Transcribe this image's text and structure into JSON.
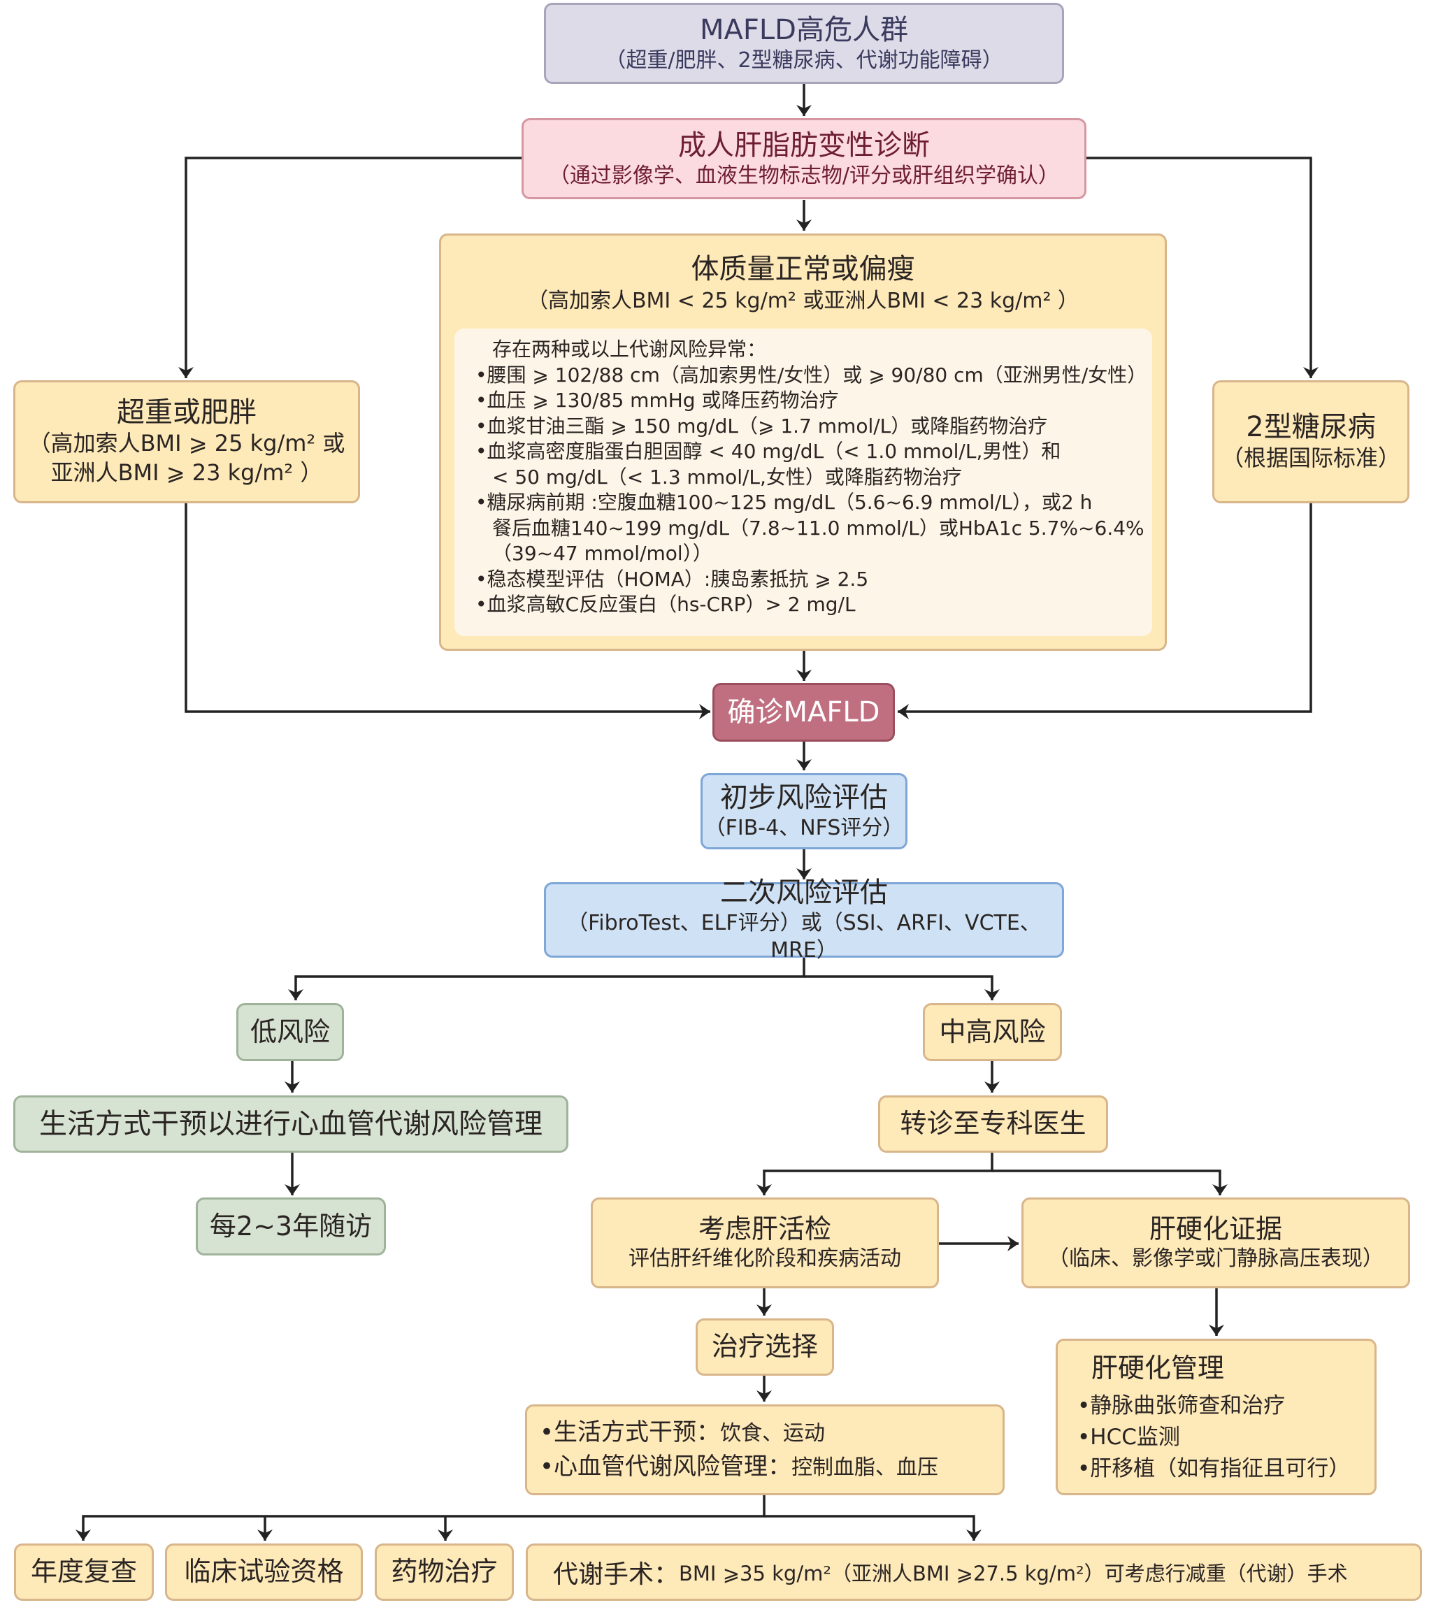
{
  "nodes": {
    "high_risk_population": {
      "title": "MAFLD高危人群",
      "subtitle": "（超重/肥胖、2型糖尿病、代谢功能障碍）"
    },
    "steatosis_diagnosis": {
      "title": "成人肝脂肪变性诊断",
      "subtitle": "（通过影像学、血液生物标志物/评分或肝组织学确认）"
    },
    "lean": {
      "title": "体质量正常或偏瘦",
      "subtitle": "（高加索人BMI < 25 kg/m² 或亚洲人BMI < 23 kg/m² ）",
      "criteria_header": "存在两种或以上代谢风险异常：",
      "criteria": [
        "•腰围 ⩾ 102/88 cm（高加索男性/女性）或 ⩾ 90/80 cm（亚洲男性/女性）",
        "•血压 ⩾ 130/85 mmHg 或降压药物治疗",
        "•血浆甘油三酯 ⩾ 150 mg/dL（⩾ 1.7 mmol/L）或降脂药物治疗",
        "•血浆高密度脂蛋白胆固醇 < 40 mg/dL（< 1.0 mmol/L,男性）和",
        "< 50 mg/dL（< 1.3 mmol/L,女性）或降脂药物治疗",
        "•糖尿病前期 :空腹血糖100~125 mg/dL（5.6~6.9 mmol/L），或2 h",
        "餐后血糖140~199 mg/dL（7.8~11.0 mmol/L）或HbA1c 5.7%~6.4%",
        "（39~47 mmol/mol））",
        "•稳态模型评估（HOMA）:胰岛素抵抗 ⩾ 2.5",
        "•血浆高敏C反应蛋白（hs-CRP）> 2 mg/L"
      ]
    },
    "overweight": {
      "title": "超重或肥胖",
      "subtitle_line1": "（高加索人BMI ⩾ 25 kg/m² 或",
      "subtitle_line2": "亚洲人BMI ⩾ 23 kg/m² ）"
    },
    "t2dm": {
      "title": "2型糖尿病",
      "subtitle": "（根据国际标准）"
    },
    "confirmed": {
      "title": "确诊MAFLD"
    },
    "initial_risk": {
      "title": "初步风险评估",
      "subtitle": "（FIB-4、NFS评分）"
    },
    "secondary_risk": {
      "title": "二次风险评估",
      "subtitle": "（FibroTest、ELF评分）或（SSI、ARFI、VCTE、MRE）"
    },
    "low_risk": {
      "title": "低风险"
    },
    "lifestyle_cv": {
      "title": "生活方式干预以进行心血管代谢风险管理"
    },
    "followup": {
      "title": "每2~3年随访"
    },
    "mid_high_risk": {
      "title": "中高风险"
    },
    "referral": {
      "title": "转诊至专科医生"
    },
    "biopsy": {
      "title": "考虑肝活检",
      "subtitle": "评估肝纤维化阶段和疾病活动"
    },
    "cirrhosis_evidence": {
      "title": "肝硬化证据",
      "subtitle": "（临床、影像学或门静脉高压表现）"
    },
    "treatment_choice": {
      "title": "治疗选择"
    },
    "treatment_list": {
      "items": [
        {
          "label": "•生活方式干预：",
          "detail": "饮食、运动"
        },
        {
          "label": "•心血管代谢风险管理：",
          "detail": "控制血脂、血压"
        }
      ]
    },
    "cirrhosis_management": {
      "title": "肝硬化管理",
      "items": [
        "•静脉曲张筛查和治疗",
        "•HCC监测",
        "•肝移植（如有指征且可行）"
      ]
    },
    "annual_review": {
      "title": "年度复查"
    },
    "clinical_trial": {
      "title": "临床试验资格"
    },
    "drug_therapy": {
      "title": "药物治疗"
    },
    "metabolic_surgery": {
      "label": "代谢手术：",
      "detail": "BMI ⩾35 kg/m²（亚洲人BMI ⩾27.5 kg/m²）可考虑行减重（代谢）手术"
    }
  },
  "colors": {
    "purple": "#dedbe8",
    "pink": "#fcdbe0",
    "yellow": "#fee9b9",
    "blue": "#cfe2f5",
    "green": "#d7e3d2",
    "red": "#c06f80",
    "line": "#222222"
  }
}
